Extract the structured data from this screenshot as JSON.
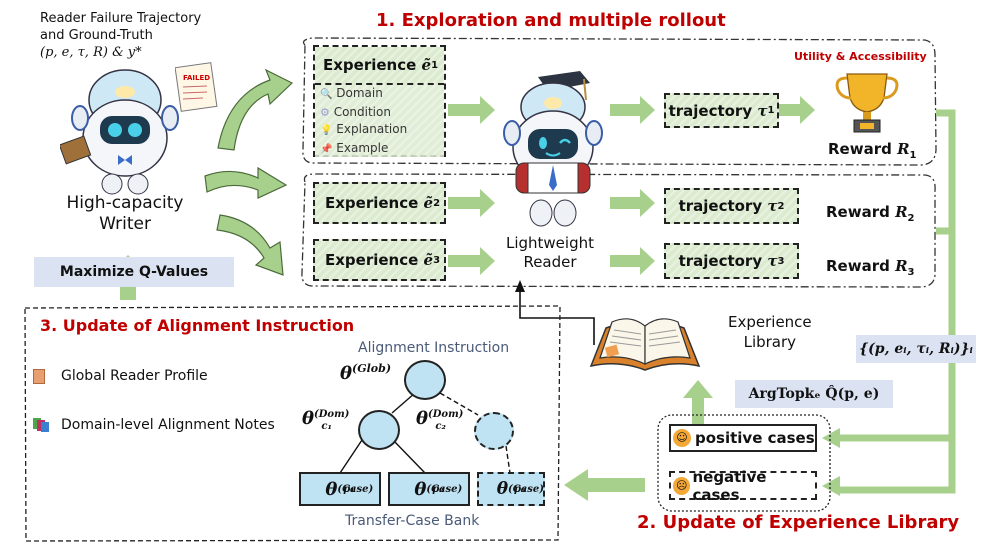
{
  "writer": {
    "caption_lines": [
      "Reader Failure Trajectory",
      "and Ground-Truth"
    ],
    "caption_math": "(p, e, τ, R) & y*",
    "label_lines": [
      "High-capacity",
      "Writer"
    ],
    "maximize_label": "Maximize Q-Values"
  },
  "stage1": {
    "title": "1. Exploration and multiple rollout",
    "utility_label": "Utility & Accessibility",
    "experiences": [
      {
        "label": "Experience",
        "symbol": "ẽ",
        "sub": "1"
      },
      {
        "label": "Experience",
        "symbol": "ẽ",
        "sub": "2"
      },
      {
        "label": "Experience",
        "symbol": "ẽ",
        "sub": "3"
      }
    ],
    "experience_fields": [
      {
        "icon": "magnifier-icon",
        "glyph": "🔍",
        "label": "Domain"
      },
      {
        "icon": "gear-icon",
        "glyph": "⚙",
        "label": "Condition"
      },
      {
        "icon": "lightbulb-icon",
        "glyph": "💡",
        "label": "Explanation"
      },
      {
        "icon": "pushpin-icon",
        "glyph": "📌",
        "label": "Example"
      }
    ],
    "trajectories": [
      {
        "label": "trajectory",
        "symbol": "τ",
        "sub": "1"
      },
      {
        "label": "trajectory",
        "symbol": "τ",
        "sub": "2"
      },
      {
        "label": "trajectory",
        "symbol": "τ",
        "sub": "3"
      }
    ],
    "rewards": [
      {
        "label": "Reward",
        "symbol": "R",
        "sub": "1"
      },
      {
        "label": "Reward",
        "symbol": "R",
        "sub": "2"
      },
      {
        "label": "Reward",
        "symbol": "R",
        "sub": "3"
      }
    ],
    "reader_label_lines": [
      "Lightweight",
      "Reader"
    ]
  },
  "stage2": {
    "title": "2. Update of Experience Library",
    "library_label_lines": [
      "Experience",
      "Library"
    ],
    "tuple_label": "{(p, eᵢ, τᵢ, Rᵢ)}ᵢ",
    "argtop_label": "ArgTopkₑ Q̂(p, e)",
    "positive_label": "positive cases",
    "negative_label": "negative cases"
  },
  "stage3": {
    "title": "3. Update of Alignment Instruction",
    "global_profile_label": "Global Reader Profile",
    "domain_notes_label": "Domain-level Alignment Notes",
    "tree_title": "Alignment Instruction",
    "glob_theta": "θ",
    "glob_sup": "(Glob)",
    "dom_nodes": [
      {
        "theta": "θ",
        "sup": "(Dom)",
        "sub": "c₁"
      },
      {
        "theta": "θ",
        "sup": "(Dom)",
        "sub": "c₂"
      }
    ],
    "case_nodes": [
      {
        "theta": "θ",
        "sup": "(Case)",
        "sub": "p₁"
      },
      {
        "theta": "θ",
        "sup": "(Case)",
        "sub": "p₂"
      },
      {
        "theta": "θ",
        "sup": "(Case)",
        "sub": "p₃"
      }
    ],
    "bank_label": "Transfer-Case Bank"
  },
  "colors": {
    "accent_red": "#c00000",
    "arrow_green": "#a8d08d",
    "box_green": "#dcebd0",
    "node_blue": "#bfe3f3",
    "lavender": "#dbe2f2"
  }
}
